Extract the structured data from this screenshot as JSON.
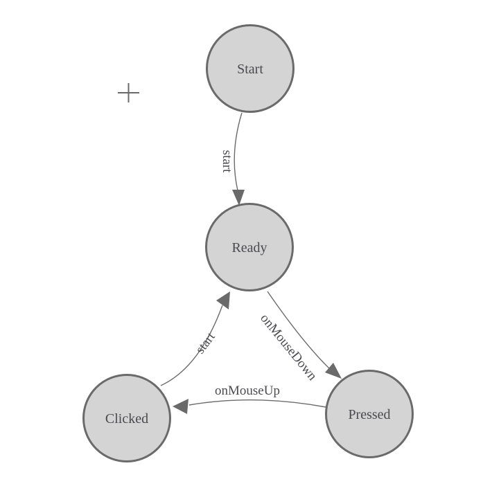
{
  "diagram": {
    "type": "state-machine",
    "background_color": "#ffffff",
    "colors": {
      "node_fill": "#d4d4d4",
      "node_border": "#6a6a6a",
      "edge_line": "#6a6a6a",
      "label_text": "#4a4a4f"
    },
    "nodes": [
      {
        "id": "start",
        "label": "Start"
      },
      {
        "id": "ready",
        "label": "Ready"
      },
      {
        "id": "clicked",
        "label": "Clicked"
      },
      {
        "id": "pressed",
        "label": "Pressed"
      }
    ],
    "edges": [
      {
        "from": "Start",
        "to": "Ready",
        "label": "start"
      },
      {
        "from": "Ready",
        "to": "Pressed",
        "label": "onMouseDown"
      },
      {
        "from": "Clicked",
        "to": "Ready",
        "label": "start"
      },
      {
        "from": "Pressed",
        "to": "Clicked",
        "label": "onMouseUp"
      }
    ],
    "cursor": {
      "icon": "plus-crosshair"
    }
  }
}
